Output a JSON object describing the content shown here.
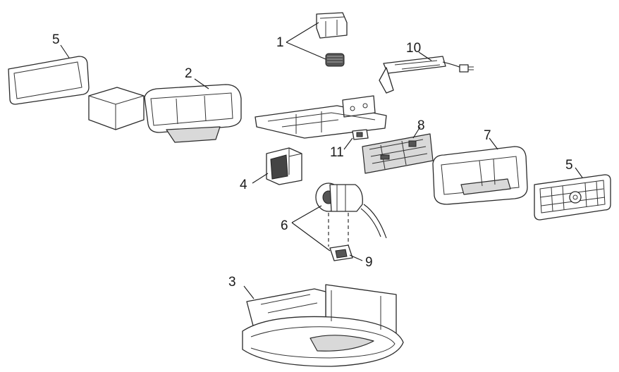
{
  "callouts": {
    "part_1": "1",
    "part_2": "2",
    "part_3": "3",
    "part_4": "4",
    "part_5_left": "5",
    "part_5_right": "5",
    "part_6": "6",
    "part_7": "7",
    "part_8": "8",
    "part_9": "9",
    "part_10": "10",
    "part_11": "11"
  }
}
